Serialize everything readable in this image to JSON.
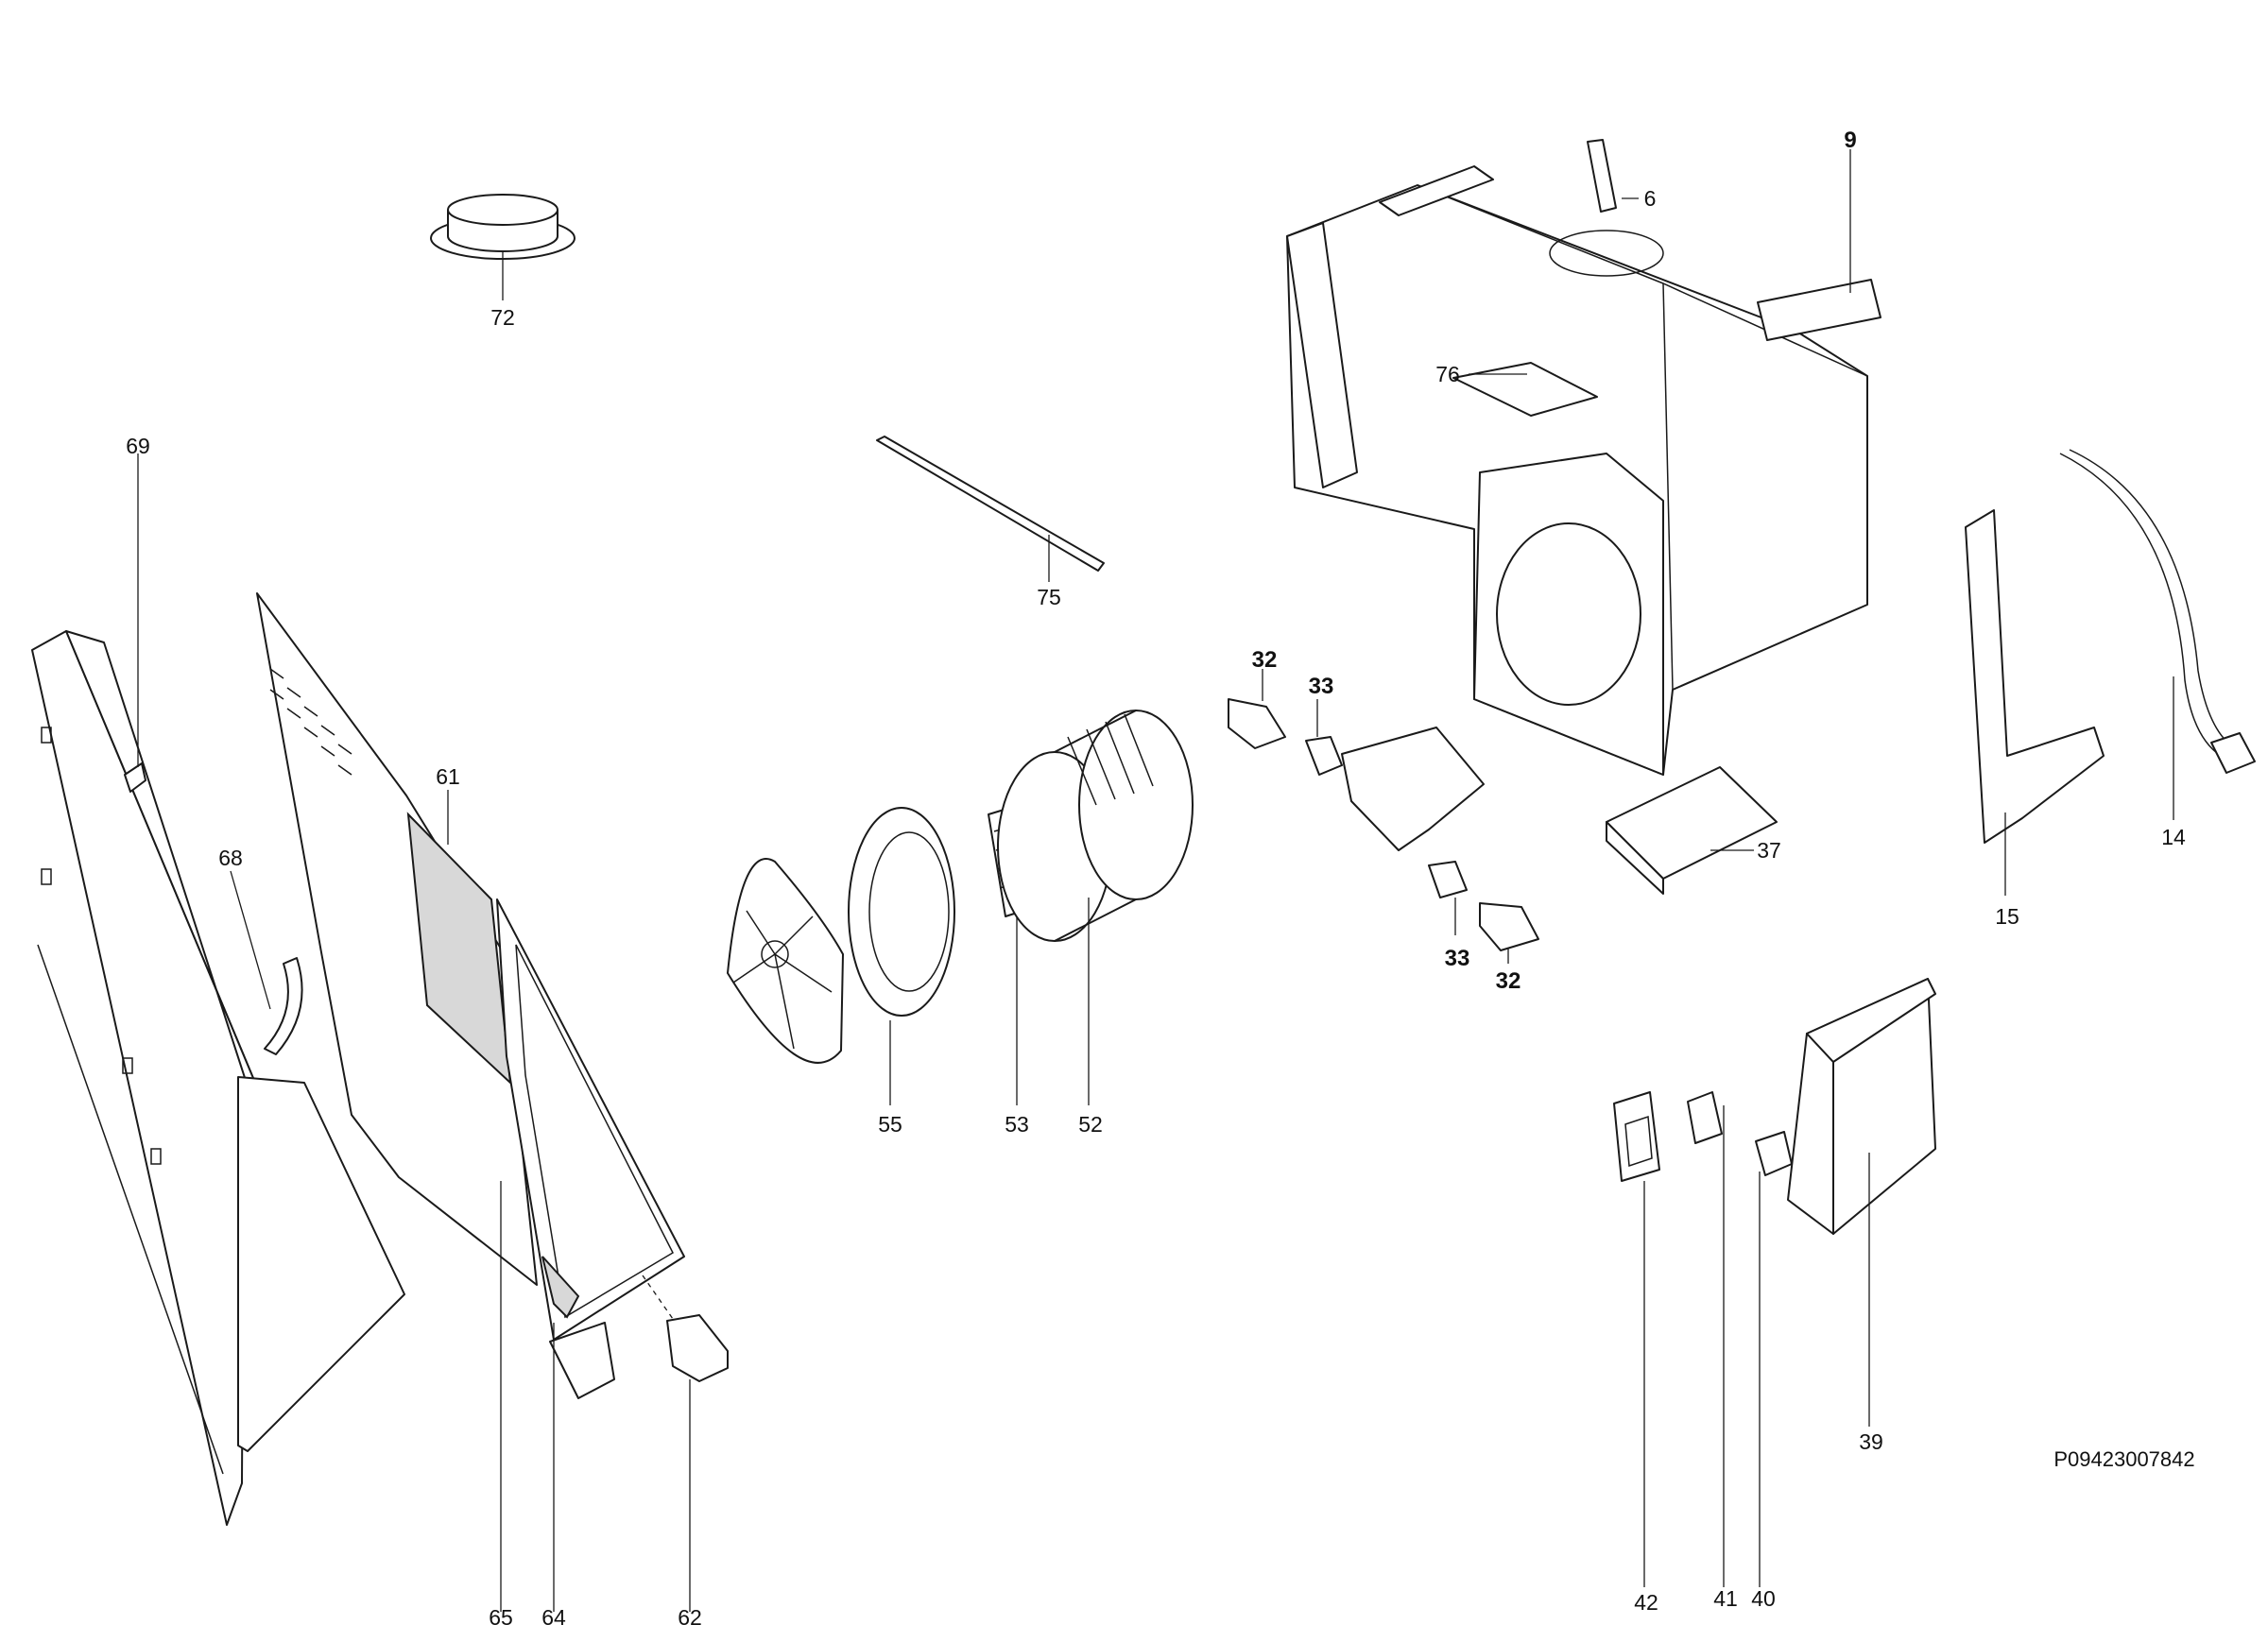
{
  "diagram": {
    "reference_code": "P09423007842",
    "callouts": {
      "c6": "6",
      "c9": "9",
      "c14": "14",
      "c15": "15",
      "c32a": "32",
      "c32b": "32",
      "c33a": "33",
      "c33b": "33",
      "c37": "37",
      "c39": "39",
      "c40": "40",
      "c41": "41",
      "c42": "42",
      "c52": "52",
      "c53": "53",
      "c55": "55",
      "c61": "61",
      "c62": "62",
      "c64": "64",
      "c65": "65",
      "c68": "68",
      "c69": "69",
      "c72": "72",
      "c75": "75",
      "c76": "76"
    }
  }
}
